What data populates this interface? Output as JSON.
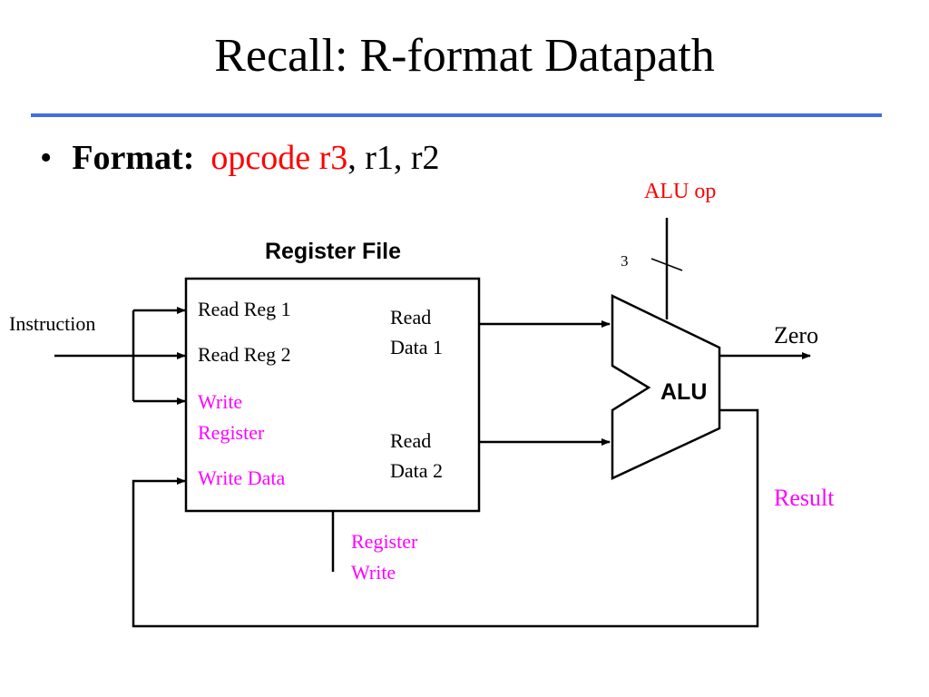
{
  "slide": {
    "title": "Recall: R-format Datapath",
    "bullet": {
      "marker": "•",
      "label": "Format:",
      "opcode": "opcode",
      "dest_reg": "r3",
      "rest": ", r1, r2"
    }
  },
  "colors": {
    "accent_rule": "#3f6fe0",
    "highlight_red": "#ff0000",
    "highlight_magenta": "#ff00ff",
    "stroke": "#000000"
  },
  "diagram": {
    "register_file": {
      "title": "Register File",
      "inputs": {
        "read_reg_1": "Read Reg 1",
        "read_reg_2": "Read Reg 2",
        "write_register_line1": "Write",
        "write_register_line2": "Register",
        "write_data": "Write Data"
      },
      "outputs": {
        "read_data_1_line1": "Read",
        "read_data_1_line2": "Data 1",
        "read_data_2_line1": "Read",
        "read_data_2_line2": "Data 2"
      },
      "control": {
        "line1": "Register",
        "line2": "Write"
      }
    },
    "instruction_label": "Instruction",
    "alu": {
      "label": "ALU",
      "op_label": "ALU op",
      "op_width": "3",
      "zero_label": "Zero",
      "result_label": "Result"
    }
  }
}
